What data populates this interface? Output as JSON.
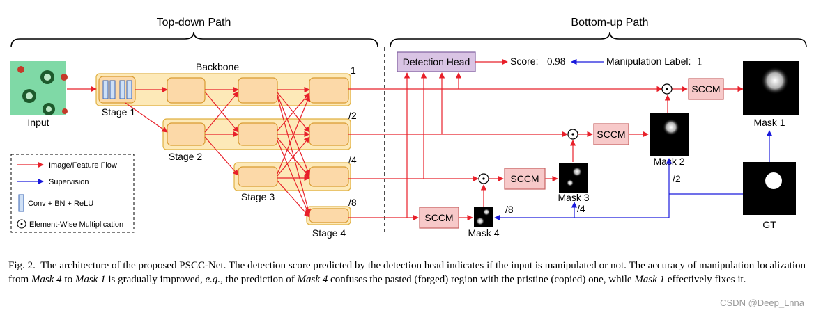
{
  "paths": {
    "top_down": "Top-down Path",
    "bottom_up": "Bottom-up Path"
  },
  "input_label": "Input",
  "backbone_label": "Backbone",
  "stages": [
    "Stage 1",
    "Stage 2",
    "Stage 3",
    "Stage 4"
  ],
  "scales": [
    "1",
    "/2",
    "/4",
    "/8"
  ],
  "detection_head": "Detection Head",
  "score": {
    "label": "Score:",
    "value": "0.98"
  },
  "manip_label": {
    "label": "Manipulation Label:",
    "value": "1"
  },
  "sccm": "SCCM",
  "masks": [
    "Mask 1",
    "Mask 2",
    "Mask 3",
    "Mask 4"
  ],
  "gt_label": "GT",
  "sup_scales": {
    "mask2": "/2",
    "mask3": "/4",
    "mask4": "/8"
  },
  "legend": {
    "flow": "Image/Feature Flow",
    "supervision": "Supervision",
    "conv": "Conv + BN + ReLU",
    "mult": "Element-Wise Multiplication"
  },
  "caption": {
    "fig": "Fig. 2.",
    "part1": "The architecture of the proposed PSCC-Net. The detection score predicted by the detection head indicates if the input is manipulated or not. The accuracy of manipulation localization from",
    "mask4": "Mask 4",
    "to": "to",
    "mask1": "Mask 1",
    "part2": "is gradually improved,",
    "eg": "e.g.",
    "part3": ", the prediction of",
    "mask4b": "Mask 4",
    "part4": "confuses the pasted (forged) region with the pristine (copied) one, while",
    "mask1b": "Mask 1",
    "part5": "effectively fixes it."
  },
  "watermark": "CSDN @Deep_Lnna",
  "colors": {
    "flow": "#e8202a",
    "supervision": "#1a1adc",
    "stage_fill": "#fde9b8",
    "stage_stroke": "#e0b040",
    "block_fill": "#fcd9a8",
    "sccm_fill": "#f7c9c9",
    "sccm_stroke": "#c86464",
    "head_fill": "#d9c4e4",
    "head_stroke": "#8060a0"
  }
}
